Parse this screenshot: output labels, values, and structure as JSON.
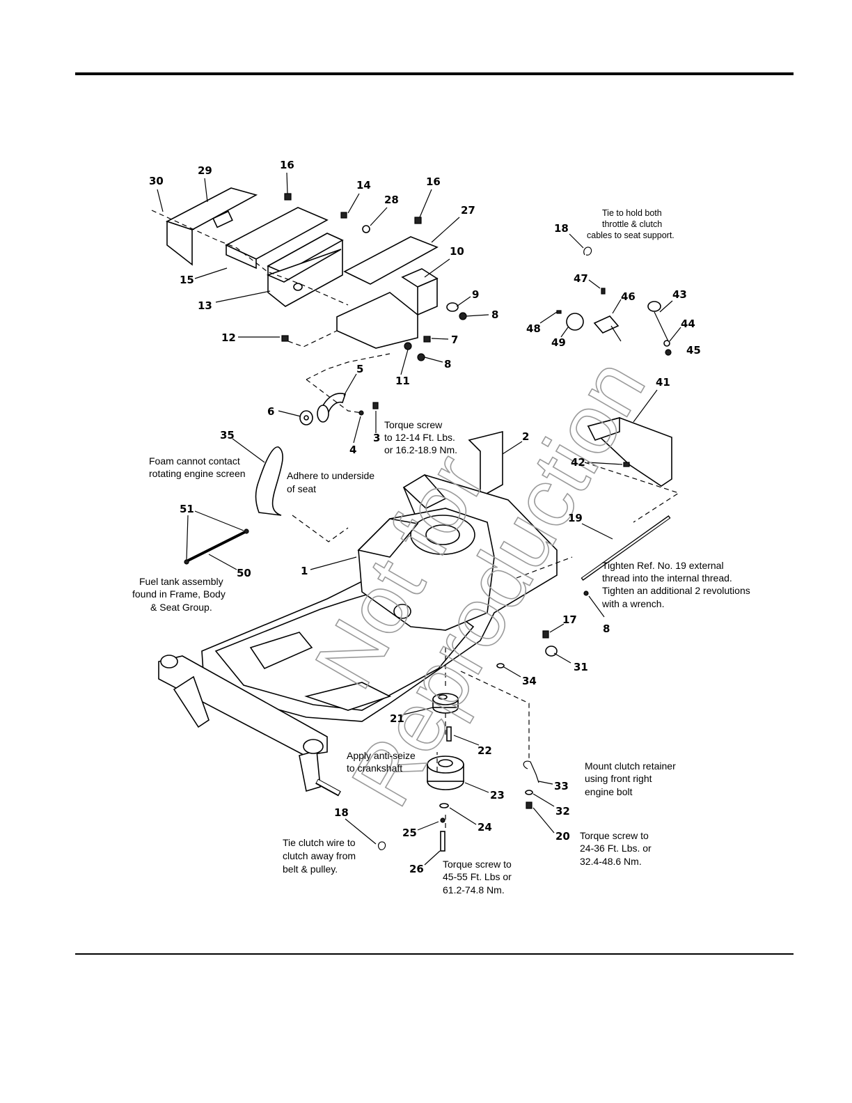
{
  "watermark": {
    "line1": "Not for",
    "line2": "Reproduction"
  },
  "callouts": [
    {
      "id": "c30",
      "text": "30"
    },
    {
      "id": "c29",
      "text": "29"
    },
    {
      "id": "c16a",
      "text": "16"
    },
    {
      "id": "c14",
      "text": "14"
    },
    {
      "id": "c16b",
      "text": "16"
    },
    {
      "id": "c28",
      "text": "28"
    },
    {
      "id": "c27",
      "text": "27"
    },
    {
      "id": "c10",
      "text": "10"
    },
    {
      "id": "c15",
      "text": "15"
    },
    {
      "id": "c13",
      "text": "13"
    },
    {
      "id": "c9",
      "text": "9"
    },
    {
      "id": "c8a",
      "text": "8"
    },
    {
      "id": "c12",
      "text": "12"
    },
    {
      "id": "c7",
      "text": "7"
    },
    {
      "id": "c8b",
      "text": "8"
    },
    {
      "id": "c11",
      "text": "11"
    },
    {
      "id": "c5",
      "text": "5"
    },
    {
      "id": "c6",
      "text": "6"
    },
    {
      "id": "c4",
      "text": "4"
    },
    {
      "id": "c3",
      "text": "3"
    },
    {
      "id": "c2",
      "text": "2"
    },
    {
      "id": "c35",
      "text": "35"
    },
    {
      "id": "c18a",
      "text": "18"
    },
    {
      "id": "c47",
      "text": "47"
    },
    {
      "id": "c46",
      "text": "46"
    },
    {
      "id": "c43",
      "text": "43"
    },
    {
      "id": "c44",
      "text": "44"
    },
    {
      "id": "c45",
      "text": "45"
    },
    {
      "id": "c48",
      "text": "48"
    },
    {
      "id": "c49",
      "text": "49"
    },
    {
      "id": "c41",
      "text": "41"
    },
    {
      "id": "c42",
      "text": "42"
    },
    {
      "id": "c19",
      "text": "19"
    },
    {
      "id": "c51",
      "text": "51"
    },
    {
      "id": "c50",
      "text": "50"
    },
    {
      "id": "c1",
      "text": "1"
    },
    {
      "id": "c8c",
      "text": "8"
    },
    {
      "id": "c17",
      "text": "17"
    },
    {
      "id": "c31",
      "text": "31"
    },
    {
      "id": "c34",
      "text": "34"
    },
    {
      "id": "c21",
      "text": "21"
    },
    {
      "id": "c22",
      "text": "22"
    },
    {
      "id": "c23",
      "text": "23"
    },
    {
      "id": "c33",
      "text": "33"
    },
    {
      "id": "c32",
      "text": "32"
    },
    {
      "id": "c18b",
      "text": "18"
    },
    {
      "id": "c24",
      "text": "24"
    },
    {
      "id": "c25",
      "text": "25"
    },
    {
      "id": "c20",
      "text": "20"
    },
    {
      "id": "c26",
      "text": "26"
    }
  ],
  "notes": {
    "tie_cables": [
      "Tie to hold both",
      "throttle & clutch",
      "cables to seat support."
    ],
    "torque_12": [
      "Torque screw",
      "to 12-14 Ft. Lbs.",
      "or 16.2-18.9 Nm."
    ],
    "foam": [
      "Foam cannot contact",
      "rotating engine screen"
    ],
    "adhere": [
      "Adhere to underside",
      "of seat"
    ],
    "fuel_tank": [
      "Fuel tank assembly",
      "found in Frame, Body",
      "& Seat Group."
    ],
    "tighten_19": [
      "Tighten Ref. No. 19 external",
      "thread into the internal thread.",
      "Tighten an additional 2 revolutions",
      "with a wrench."
    ],
    "anti_seize": [
      "Apply anti-seize",
      "to crankshaft"
    ],
    "mount_clutch": [
      "Mount clutch retainer",
      "using front right",
      "engine bolt"
    ],
    "tie_clutch": [
      "Tie clutch wire to",
      "clutch away from",
      "belt & pulley."
    ],
    "torque_45": [
      "Torque screw to",
      "45-55 Ft. Lbs or",
      "61.2-74.8 Nm."
    ],
    "torque_24": [
      "Torque screw to",
      "24-36 Ft. Lbs. or",
      "32.4-48.6 Nm."
    ]
  }
}
